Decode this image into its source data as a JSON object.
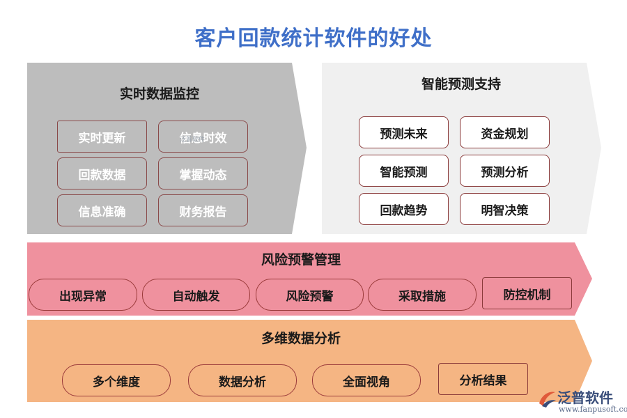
{
  "title": "客户回款统计软件的好处",
  "panels": {
    "realtime": {
      "title": "实时数据监控",
      "items": [
        "实时更新",
        "信息时效",
        "回款数据",
        "掌握动态",
        "信息准确",
        "财务报告"
      ]
    },
    "forecast": {
      "title": "智能预测支持",
      "items": [
        "预测未来",
        "资金规划",
        "智能预测",
        "预测分析",
        "回款趋势",
        "明智决策"
      ]
    },
    "risk": {
      "title": "风险预警管理",
      "items": [
        "出现异常",
        "自动触发",
        "风险预警",
        "采取措施",
        "防控机制"
      ]
    },
    "analysis": {
      "title": "多维数据分析",
      "items": [
        "多个维度",
        "数据分析",
        "全面视角",
        "分析结果"
      ]
    }
  },
  "watermark": "泛普软件",
  "logo": {
    "name": "泛普软件",
    "url": "www.fanpusoft.com"
  },
  "colors": {
    "title": "#3f6fc8",
    "realtime_bg": "#bdbdbd",
    "forecast_bg": "#f0f0f0",
    "risk_bg": "#ef919e",
    "analysis_bg": "#f5b583"
  }
}
